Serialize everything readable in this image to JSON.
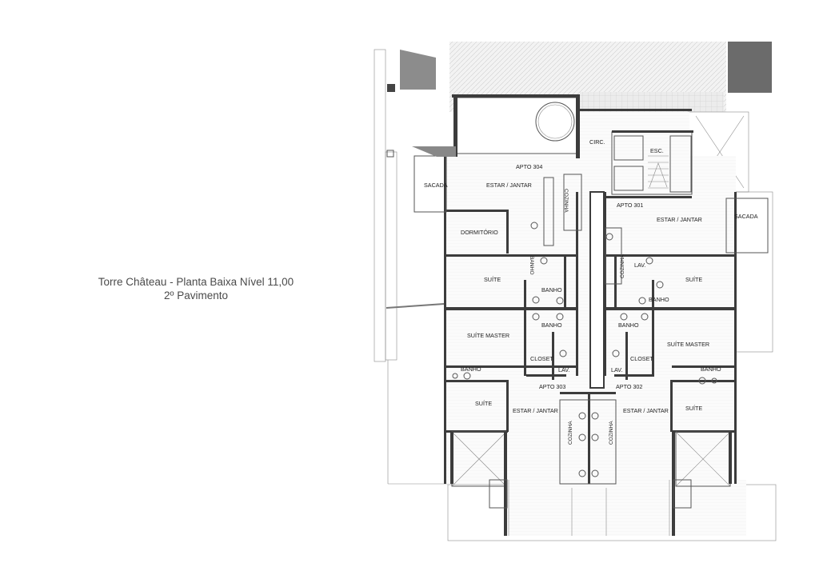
{
  "caption": {
    "title": "Torre Château - Planta Baixa Nível 11,00",
    "subtitle": "2º Pavimento"
  },
  "plan_labels": {
    "circ": "CIRC.",
    "esc": "ESC.",
    "apto_304": "APTO 304",
    "apto_301": "APTO 301",
    "apto_303": "APTO 303",
    "apto_302": "APTO 302",
    "sacada_left": "SACADA",
    "sacada_right": "SACADA",
    "estar_304": "ESTAR / JANTAR",
    "estar_301": "ESTAR / JANTAR",
    "estar_303": "ESTAR / JANTAR",
    "estar_302": "ESTAR / JANTAR",
    "cozinha_304": "COZINHA",
    "cozinha_301": "COZINHA",
    "cozinha_303": "COZINHA",
    "cozinha_302": "COZINHA",
    "dormitorio": "DORMITÓRIO",
    "banho_304_a": "BANHO",
    "suite_304": "SUÍTE",
    "banho_304_b": "BANHO",
    "banho_303_a": "BANHO",
    "suite_master_303": "SUÍTE MASTER",
    "closet_303": "CLOSET",
    "lav_303": "LAV.",
    "banho_303_b": "BANHO",
    "suite_303": "SUÍTE",
    "lav_301": "LAV.",
    "suite_301": "SUÍTE",
    "banho_301": "BANHO",
    "banho_302_a": "BANHO",
    "suite_master_302": "SUÍTE MASTER",
    "closet_302": "CLOSET",
    "lav_302": "LAV.",
    "banho_302_b": "BANHO",
    "suite_302": "SUÍTE"
  }
}
